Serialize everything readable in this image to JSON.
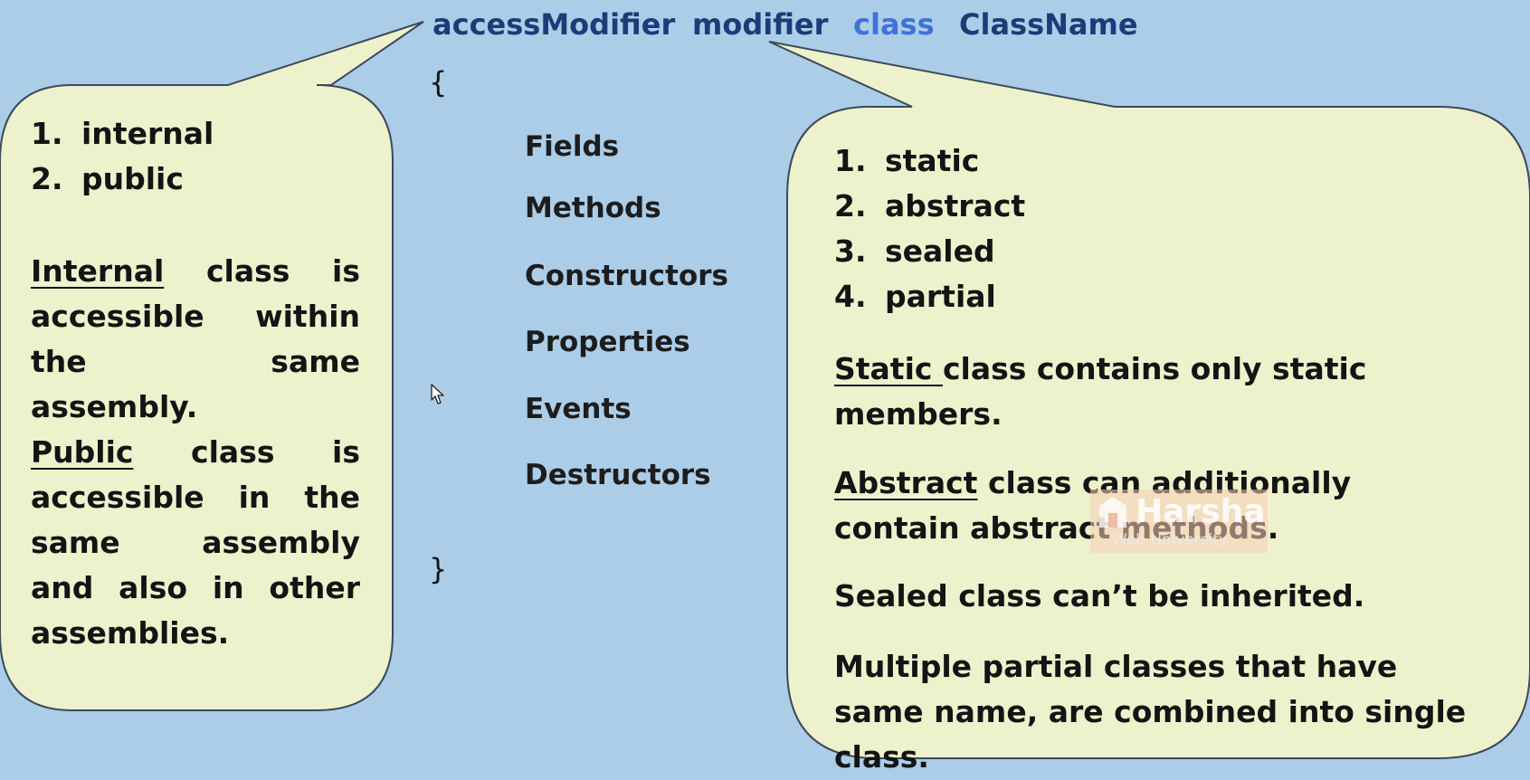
{
  "syntax": {
    "access_modifier": "accessModifier",
    "modifier": "modifier",
    "class_keyword": "class",
    "class_name": "ClassName"
  },
  "braces": {
    "open": "{",
    "close": "}"
  },
  "members": [
    "Fields",
    "Methods",
    "Constructors",
    "Properties",
    "Events",
    "Destructors"
  ],
  "access_callout": {
    "list": [
      {
        "num": "1.",
        "text": "internal"
      },
      {
        "num": "2.",
        "text": "public"
      }
    ],
    "internal_note": {
      "term": "Internal",
      "rest": " class is accessible within the same assembly."
    },
    "public_note": {
      "term": "Public",
      "rest": " class is accessible in the same assembly and also in other assemblies."
    }
  },
  "modifier_callout": {
    "list": [
      {
        "num": "1.",
        "text": "static"
      },
      {
        "num": "2.",
        "text": "abstract"
      },
      {
        "num": "3.",
        "text": "sealed"
      },
      {
        "num": "4.",
        "text": "partial"
      }
    ],
    "static_note": {
      "term": "Static ",
      "rest": "class contains only static members."
    },
    "abstract_note": {
      "term": "Abstract",
      "rest": " class can additionally contain abstract methods."
    },
    "sealed_note": "Sealed class can’t be inherited.",
    "partial_note": "Multiple partial classes that have same name, are combined into single class."
  },
  "watermark": {
    "title": "Harsha",
    "subtitle": "Web University"
  },
  "colors": {
    "background": "#abcde8",
    "callout_fill": "#eef2cc",
    "callout_border": "#3c4a5a",
    "keyword_dark": "#1f3a78",
    "keyword_class": "#3f72d8"
  }
}
